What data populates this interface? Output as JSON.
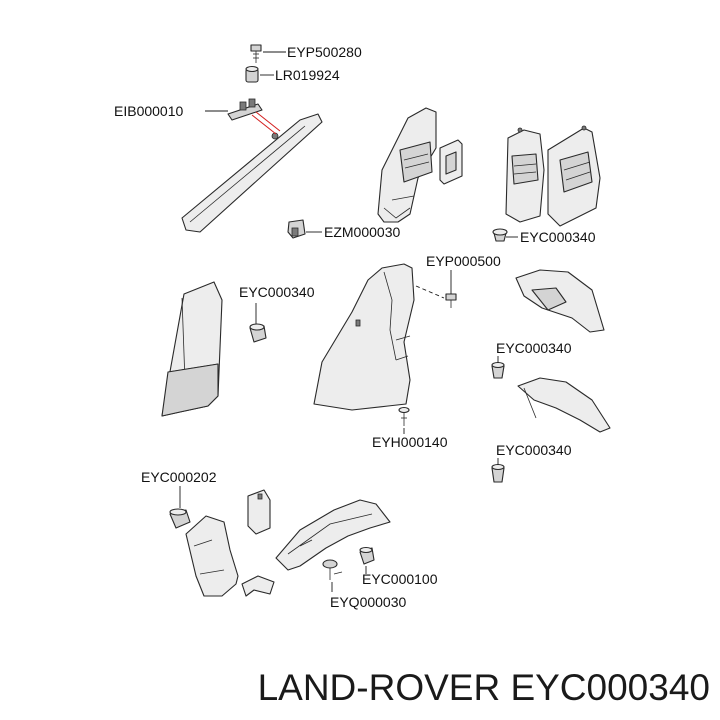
{
  "diagram": {
    "callouts": [
      "EYP500280",
      "LR019924",
      "EIB000010",
      "EZM000030",
      "EYC000340",
      "EYP000500",
      "EYC000340",
      "EYC000340",
      "EYH000140",
      "EYC000340",
      "EYC000202",
      "EYC000100",
      "EYQ000030"
    ],
    "footer": "LAND-ROVER EYC000340"
  }
}
